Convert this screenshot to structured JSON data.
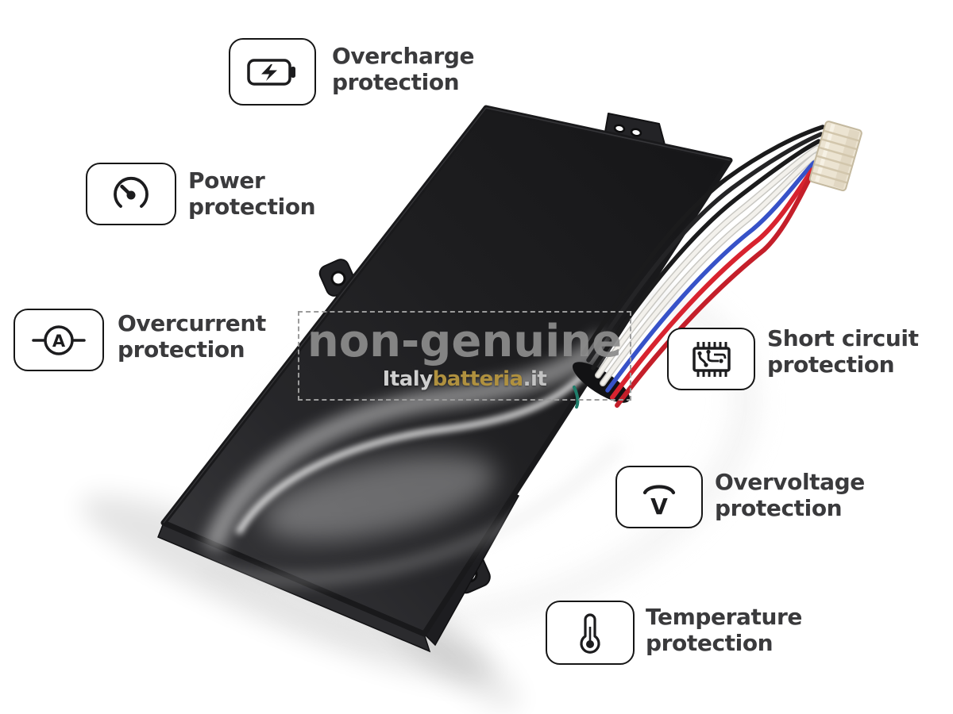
{
  "page": {
    "background": "#ffffff",
    "type": "battery-product-infographic"
  },
  "watermark": {
    "title": "non-genuine",
    "brand": {
      "prefix": "Italy",
      "highlight": "batteria",
      "suffix": ".it"
    },
    "colors": {
      "title": "#8c8c8c",
      "prefix": "#cfcfcf",
      "highlight": "#b0913f",
      "suffix": "#c2c2c2",
      "border": "#9b9b9b"
    }
  },
  "features": [
    {
      "id": "overcharge",
      "icon": "battery-charge-icon",
      "line1": "Overcharge",
      "line2": "protection"
    },
    {
      "id": "power",
      "icon": "gauge-icon",
      "line1": "Power",
      "line2": "protection"
    },
    {
      "id": "overcurrent",
      "icon": "ammeter-icon",
      "line1": "Overcurrent",
      "line2": "protection"
    },
    {
      "id": "short-circuit",
      "icon": "chip-icon",
      "line1": "Short circuit",
      "line2": "protection"
    },
    {
      "id": "overvoltage",
      "icon": "voltage-arc-icon",
      "line1": "Overvoltage",
      "line2": "protection"
    },
    {
      "id": "temperature",
      "icon": "thermometer-icon",
      "line1": "Temperature",
      "line2": "protection"
    }
  ],
  "icons": {
    "ammeter_letter": "A",
    "voltage_letter": "V"
  },
  "style": {
    "callout_text_color": "#3a3a3c",
    "callout_border_color": "#161616",
    "battery_body_color": "#202022",
    "wire_black": "#1b1b1c",
    "wire_white": "#f3f1ec",
    "wire_blue": "#3752c8",
    "wire_red": "#d8232f",
    "wire_teal": "#1f7d6a",
    "connector_color": "#ece4d2"
  }
}
